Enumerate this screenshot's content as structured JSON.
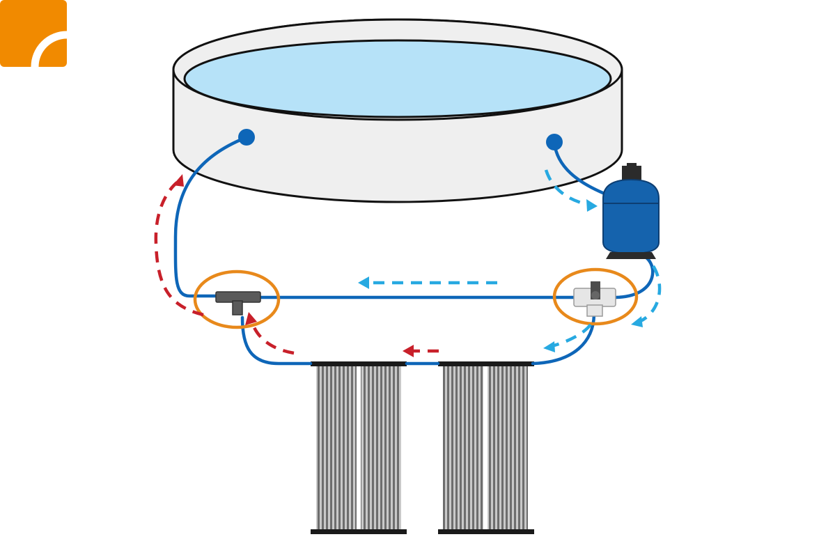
{
  "diagram": {
    "kind": "solar pool heating circulation",
    "components": [
      "above-ground-pool",
      "pool-outlet-fitting",
      "pool-return-inlet",
      "sand-filter-pump",
      "bypass-three-way-valve",
      "tee-connector",
      "solar-collector-panel-1",
      "solar-collector-panel-2"
    ],
    "flow_legend": {
      "cold_water": "#27a9e1",
      "heated_water": "#c8202a"
    }
  },
  "colors": {
    "pool_water": "#b6e2f8",
    "pool_wall": "#efefef",
    "outline": "#111111",
    "hose": "#0e66b8",
    "filter_body": "#1563ad",
    "highlight_ring": "#e8891b",
    "panel_stripes": "#6d6d6d",
    "tee_body": "#5a5a5a",
    "valve_body": "#e6e6e6",
    "brand_logo": "#f18a00"
  },
  "logo": {
    "icon": "brand-logo-icon"
  }
}
